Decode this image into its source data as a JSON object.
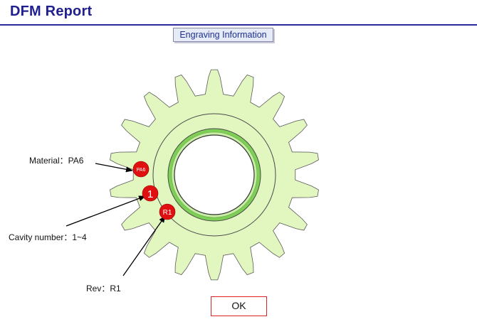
{
  "header": {
    "title": "DFM Report"
  },
  "section": {
    "button_label": "Engraving Information"
  },
  "annotations": {
    "material": "Material：PA6",
    "cavity": "Cavity number：1~4",
    "rev": "Rev：R1"
  },
  "markers": {
    "material_marker": "PA6",
    "cavity_marker": "1",
    "rev_marker": "R1"
  },
  "colors": {
    "gear_fill": "#e2f6c0",
    "hub_green": "#7ecf55",
    "marker_red": "#e01010",
    "title_blue": "#1f1f8f",
    "ok_border": "#dd2222"
  },
  "footer": {
    "ok_label": "OK"
  }
}
